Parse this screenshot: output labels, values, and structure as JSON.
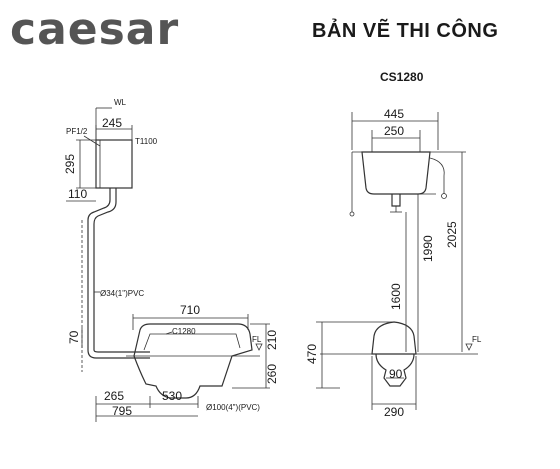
{
  "brand": {
    "logo_text": "caesar"
  },
  "header": {
    "title": "BẢN VẼ THI CÔNG",
    "model": "CS1280"
  },
  "side_view": {
    "labels": {
      "wl": "WL",
      "pf": "PF1/2",
      "tank": "T1100",
      "pipe": "Ø34(1\")PVC",
      "bowl": "C1280",
      "fl": "FL",
      "outlet": "Ø100(4\")(PVC)"
    },
    "dims": {
      "d245": "245",
      "d295": "295",
      "d110": "110",
      "d710": "710",
      "d70": "70",
      "d210": "210",
      "d260": "260",
      "d265": "265",
      "d530": "530",
      "d795": "795"
    }
  },
  "front_view": {
    "labels": {
      "fl": "FL"
    },
    "dims": {
      "d445": "445",
      "d250": "250",
      "d1990": "1990",
      "d2025": "2025",
      "d1600": "1600",
      "d470": "470",
      "d90": "90",
      "d290": "290"
    }
  }
}
